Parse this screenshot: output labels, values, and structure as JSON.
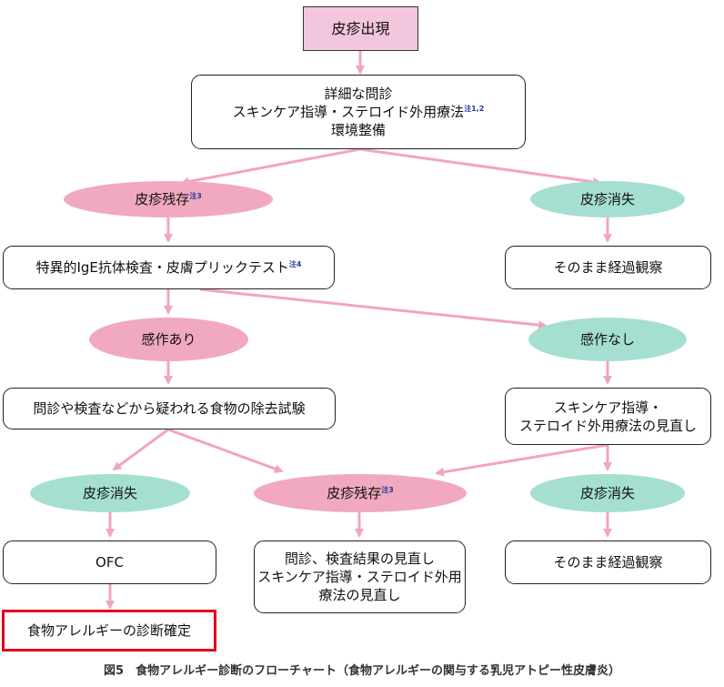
{
  "colors": {
    "arrow": "#f1a5bf",
    "pink_box": "#f2c6dc",
    "pink_oval": "#f0a9be",
    "teal_oval": "#a5dfd1",
    "confirm_border": "#e0001a"
  },
  "nodes": {
    "start": {
      "text": "皮疹出現"
    },
    "interview": {
      "line1": "詳細な問診",
      "line2": "スキンケア指導・ステロイド外用療法",
      "line2_note": "注1,2",
      "line3": "環境整備"
    },
    "rash_persist_1": {
      "text": "皮疹残存",
      "note": "注3"
    },
    "rash_gone_1": {
      "text": "皮疹消失"
    },
    "ige_test": {
      "text": "特異的IgE抗体検査・皮膚プリックテスト",
      "note": "注4"
    },
    "observe_1": {
      "text": "そのまま経過観察"
    },
    "sensitized": {
      "text": "感作あり"
    },
    "not_sensitized": {
      "text": "感作なし"
    },
    "elimination_test": {
      "text": "問診や検査などから疑われる食物の除去試験"
    },
    "review_skincare": {
      "line1": "スキンケア指導・",
      "line2": "ステロイド外用療法の見直し"
    },
    "rash_gone_2": {
      "text": "皮疹消失"
    },
    "rash_persist_2": {
      "text": "皮疹残存",
      "note": "注3"
    },
    "rash_gone_3": {
      "text": "皮疹消失"
    },
    "ofc": {
      "text": "OFC"
    },
    "review_results": {
      "line1": "問診、検査結果の見直し",
      "line2": "スキンケア指導・ステロイド外用",
      "line3": "療法の見直し"
    },
    "observe_2": {
      "text": "そのまま経過観察"
    },
    "diagnosis": {
      "text": "食物アレルギーの診断確定"
    }
  },
  "caption": "図5　食物アレルギー診断のフローチャート（食物アレルギーの関与する乳児アトピー性皮膚炎）"
}
